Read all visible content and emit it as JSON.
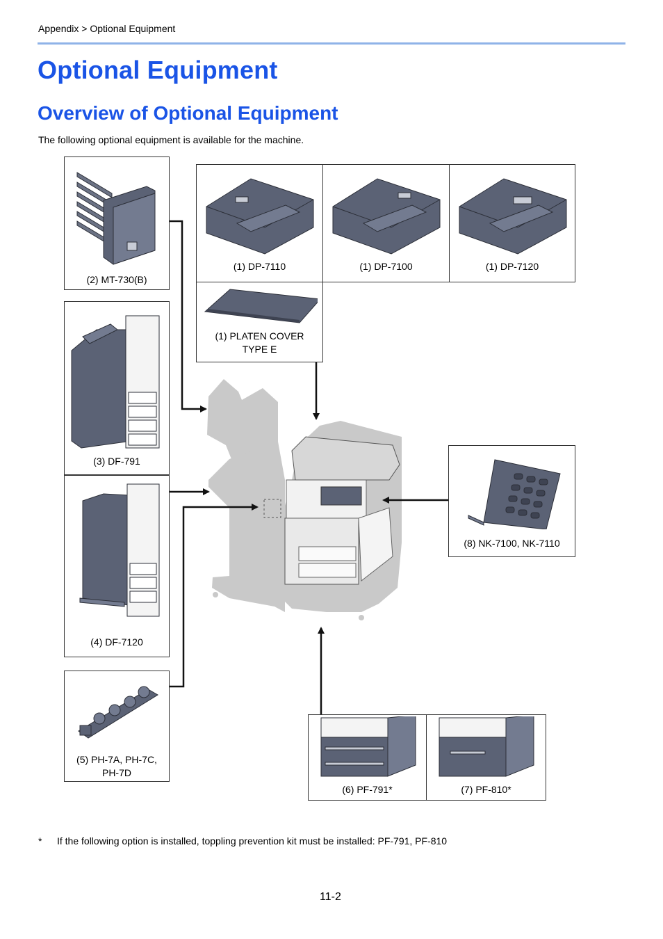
{
  "header": {
    "breadcrumb": "Appendix > Optional Equipment",
    "title": "Optional Equipment",
    "subtitle": "Overview of Optional Equipment",
    "intro": "The following optional equipment is available for the machine."
  },
  "equipment": {
    "mt730": "(2) MT-730(B)",
    "df791": "(3) DF-791",
    "df7120": "(4) DF-7120",
    "ph7": "(5) PH-7A, PH-7C, PH-7D",
    "dp7110": "(1) DP-7110",
    "dp7100": "(1) DP-7100",
    "dp7120": "(1) DP-7120",
    "platen": "(1) PLATEN COVER TYPE E",
    "nk": "(8) NK-7100, NK-7110",
    "pf791": "(6) PF-791*",
    "pf810": "(7) PF-810*"
  },
  "footnote": {
    "mark": "*",
    "text": "If the following option is installed, toppling prevention kit must be installed: PF-791, PF-810"
  },
  "page_number": "11-2",
  "colors": {
    "heading": "#1a54e6",
    "rule": "#8fb3e8",
    "device": "#5b6275",
    "ghost": "#c9c9c9"
  }
}
